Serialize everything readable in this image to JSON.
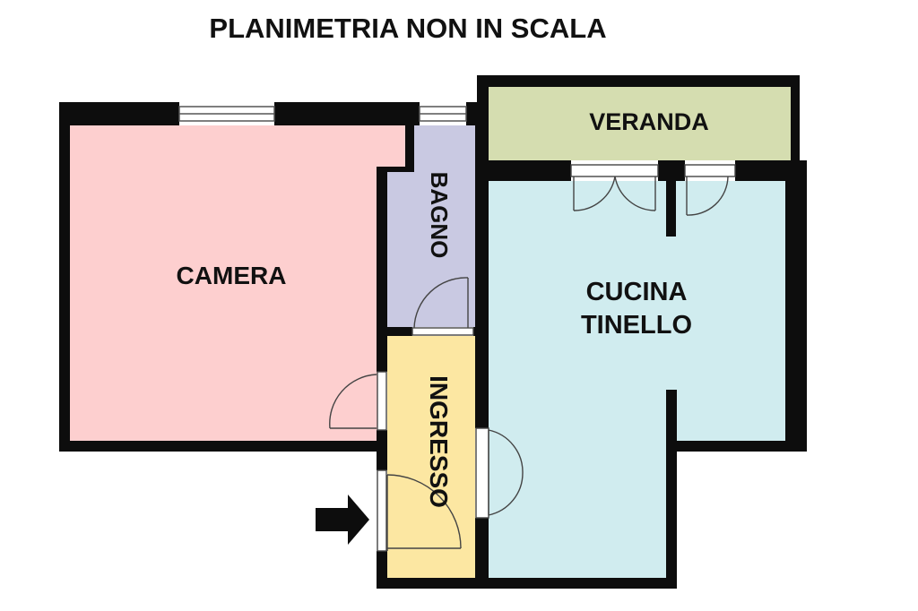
{
  "title": "PLANIMETRIA NON IN SCALA",
  "rooms": {
    "camera": {
      "label": "CAMERA",
      "color": "#fdcfcf"
    },
    "bagno": {
      "label": "BAGNO",
      "color": "#c9c9e2"
    },
    "veranda": {
      "label": "VERANDA",
      "color": "#d5ddb0"
    },
    "cucina": {
      "label_line1": "CUCINA",
      "label_line2": "TINELLO",
      "color": "#d0ecef"
    },
    "ingresso": {
      "label": "INGRESSO",
      "color": "#fce7a2"
    }
  },
  "colors": {
    "wall": "#0d0d0d"
  },
  "icons": {
    "entrance": "entrance-arrow-icon"
  }
}
